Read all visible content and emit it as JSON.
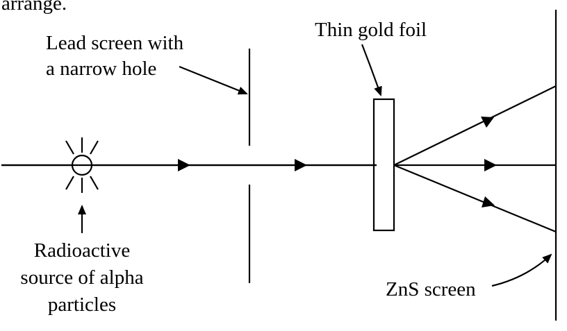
{
  "labels": {
    "title_fragment": "arrange.",
    "lead_screen_line1": "Lead screen with",
    "lead_screen_line2": "a narrow hole",
    "gold_foil": "Thin gold foil",
    "source_line1": "Radioactive",
    "source_line2": "source of alpha",
    "source_line3": "particles",
    "zns_screen": "ZnS screen"
  },
  "colors": {
    "ink": "#000000",
    "background": "#ffffff"
  }
}
